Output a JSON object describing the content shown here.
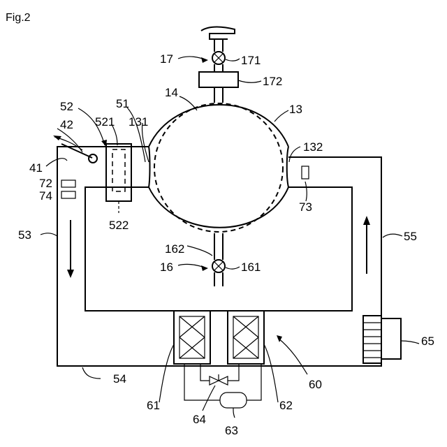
{
  "figure": {
    "caption": "Fig.2"
  },
  "labels": {
    "l17": "17",
    "l171": "171",
    "l172": "172",
    "l14": "14",
    "l13": "13",
    "l52": "52",
    "l51": "51",
    "l521": "521",
    "l131": "131",
    "l42": "42",
    "l132": "132",
    "l41": "41",
    "l72": "72",
    "l74": "74",
    "l73": "73",
    "l53": "53",
    "l522": "522",
    "l55": "55",
    "l162": "162",
    "l16": "16",
    "l161": "161",
    "l65": "65",
    "l54": "54",
    "l60": "60",
    "l61": "61",
    "l62": "62",
    "l64": "64",
    "l63": "63"
  }
}
